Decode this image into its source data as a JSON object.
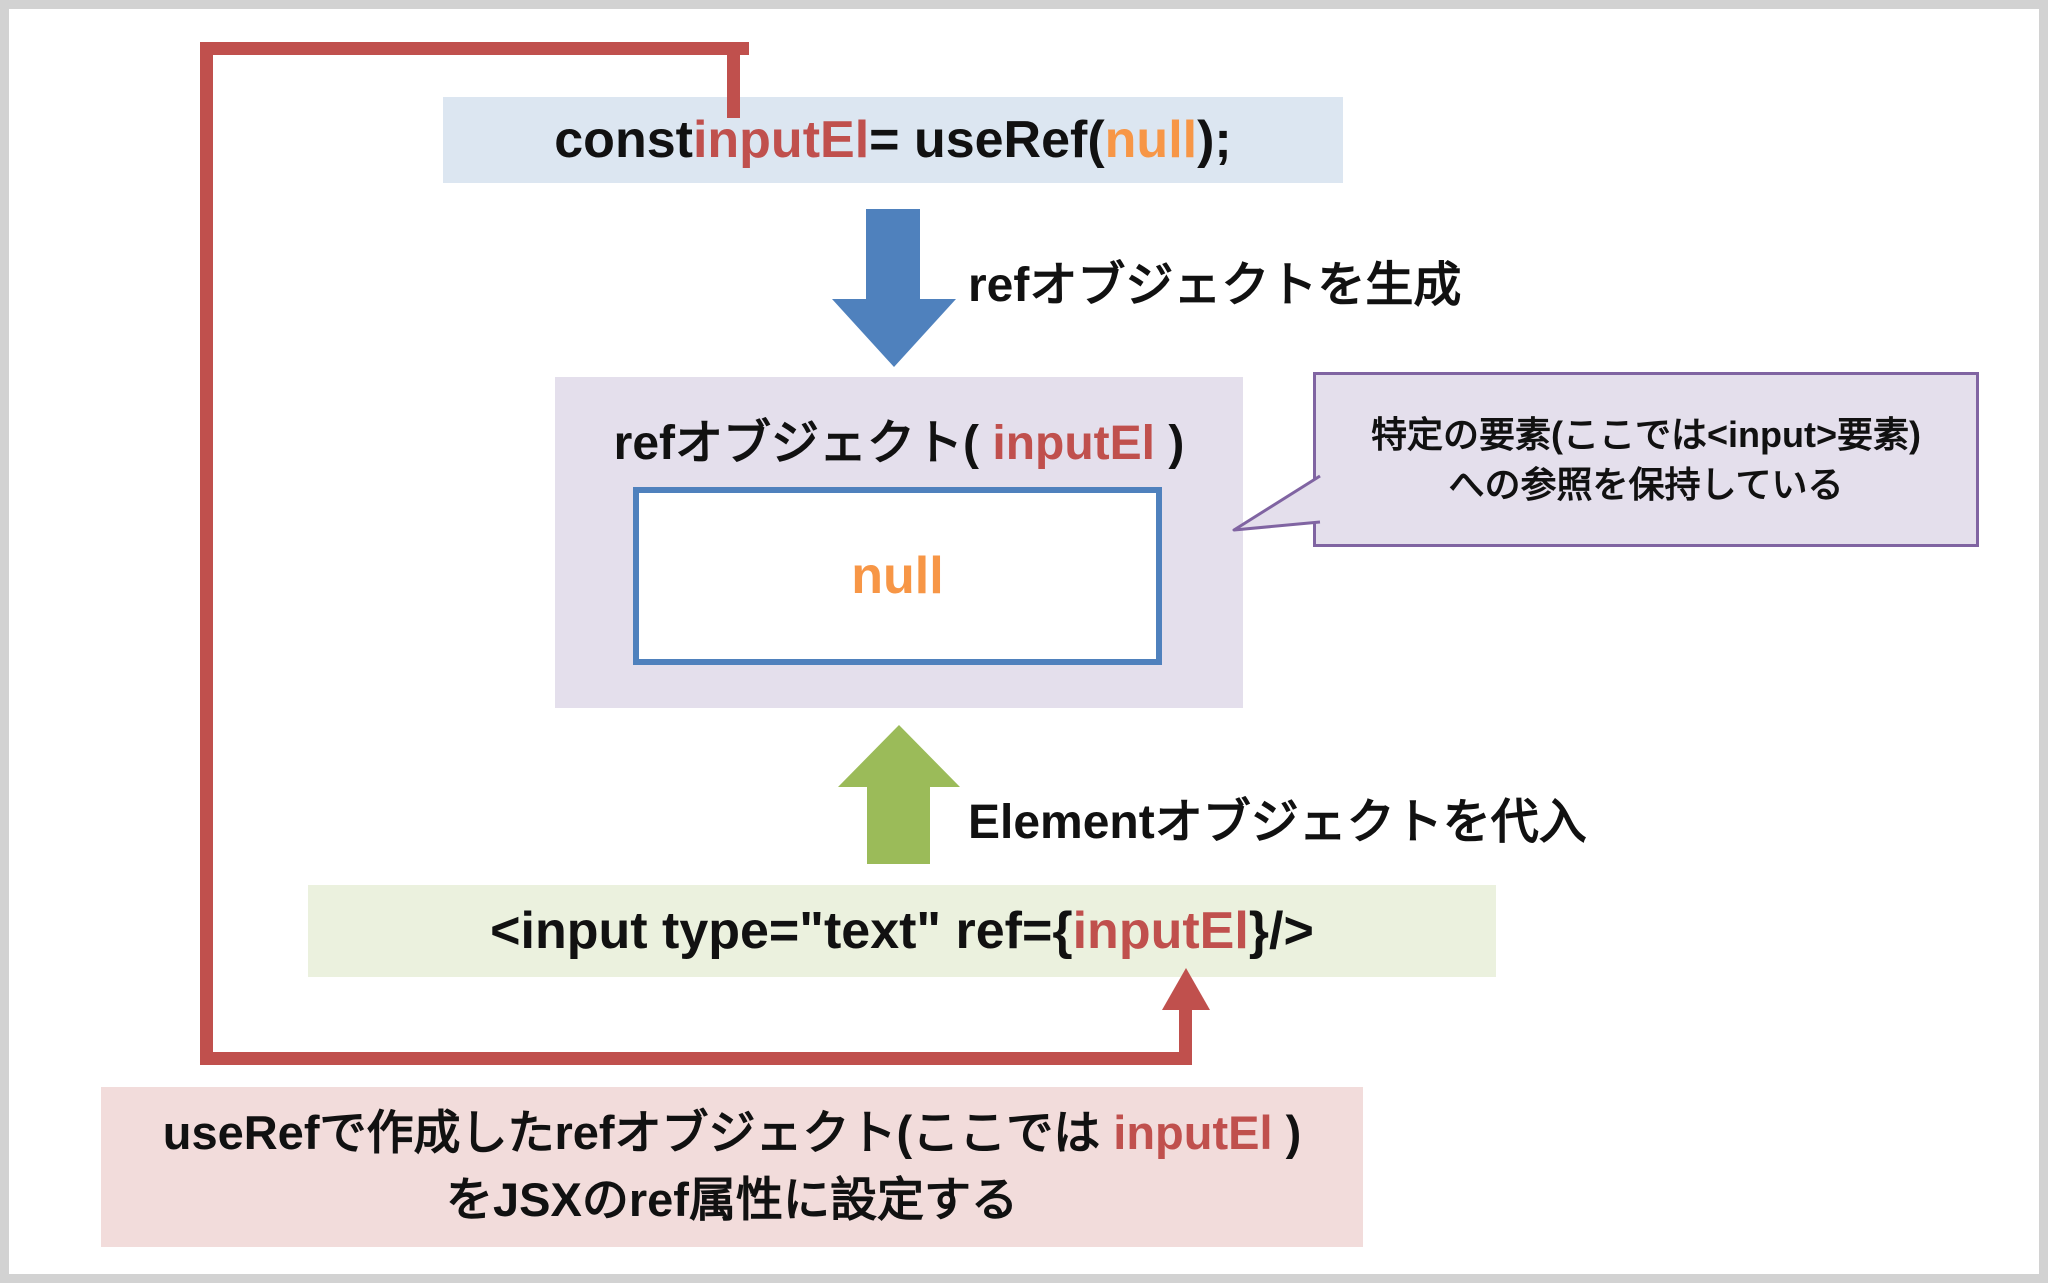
{
  "top_code": {
    "segments": [
      {
        "text": "const ",
        "color": "#111111"
      },
      {
        "text": "inputEl",
        "color": "#c0504d"
      },
      {
        "text": " = useRef(",
        "color": "#111111"
      },
      {
        "text": "null",
        "color": "#f79646"
      },
      {
        "text": ");",
        "color": "#111111"
      }
    ]
  },
  "arrow_down_label": "refオブジェクトを生成",
  "ref_object_box": {
    "title_segments": [
      {
        "text": "refオブジェクト(",
        "color": "#111111"
      },
      {
        "text": "inputEl",
        "color": "#c0504d"
      },
      {
        "text": ")",
        "color": "#111111"
      }
    ],
    "value": "null"
  },
  "callout": {
    "line1": "特定の要素(ここでは<input>要素)",
    "line2": "への参照を保持している"
  },
  "arrow_up_label": "Elementオブジェクトを代入",
  "jsx_code": {
    "segments": [
      {
        "text": "<input type=\"text\" ref={",
        "color": "#111111"
      },
      {
        "text": "inputEl",
        "color": "#c0504d"
      },
      {
        "text": "}/>",
        "color": "#111111"
      }
    ]
  },
  "bottom_note": {
    "line1_segments": [
      {
        "text": "useRefで作成したrefオブジェクト(ここでは",
        "color": "#111111"
      },
      {
        "text": "inputEl",
        "color": "#c0504d"
      },
      {
        "text": ")",
        "color": "#111111"
      }
    ],
    "line2": "をJSXのref属性に設定する"
  },
  "colors": {
    "accent_red": "#c0504d",
    "accent_orange": "#f79646",
    "accent_blue": "#4f81bd",
    "accent_green": "#9bbb59",
    "box_blue_bg": "#dce6f1",
    "box_purple_bg": "#e4dfec",
    "purple_border": "#8064a2",
    "box_green_bg": "#ebf1de",
    "box_pink_bg": "#f2dcdb",
    "text": "#111111"
  }
}
